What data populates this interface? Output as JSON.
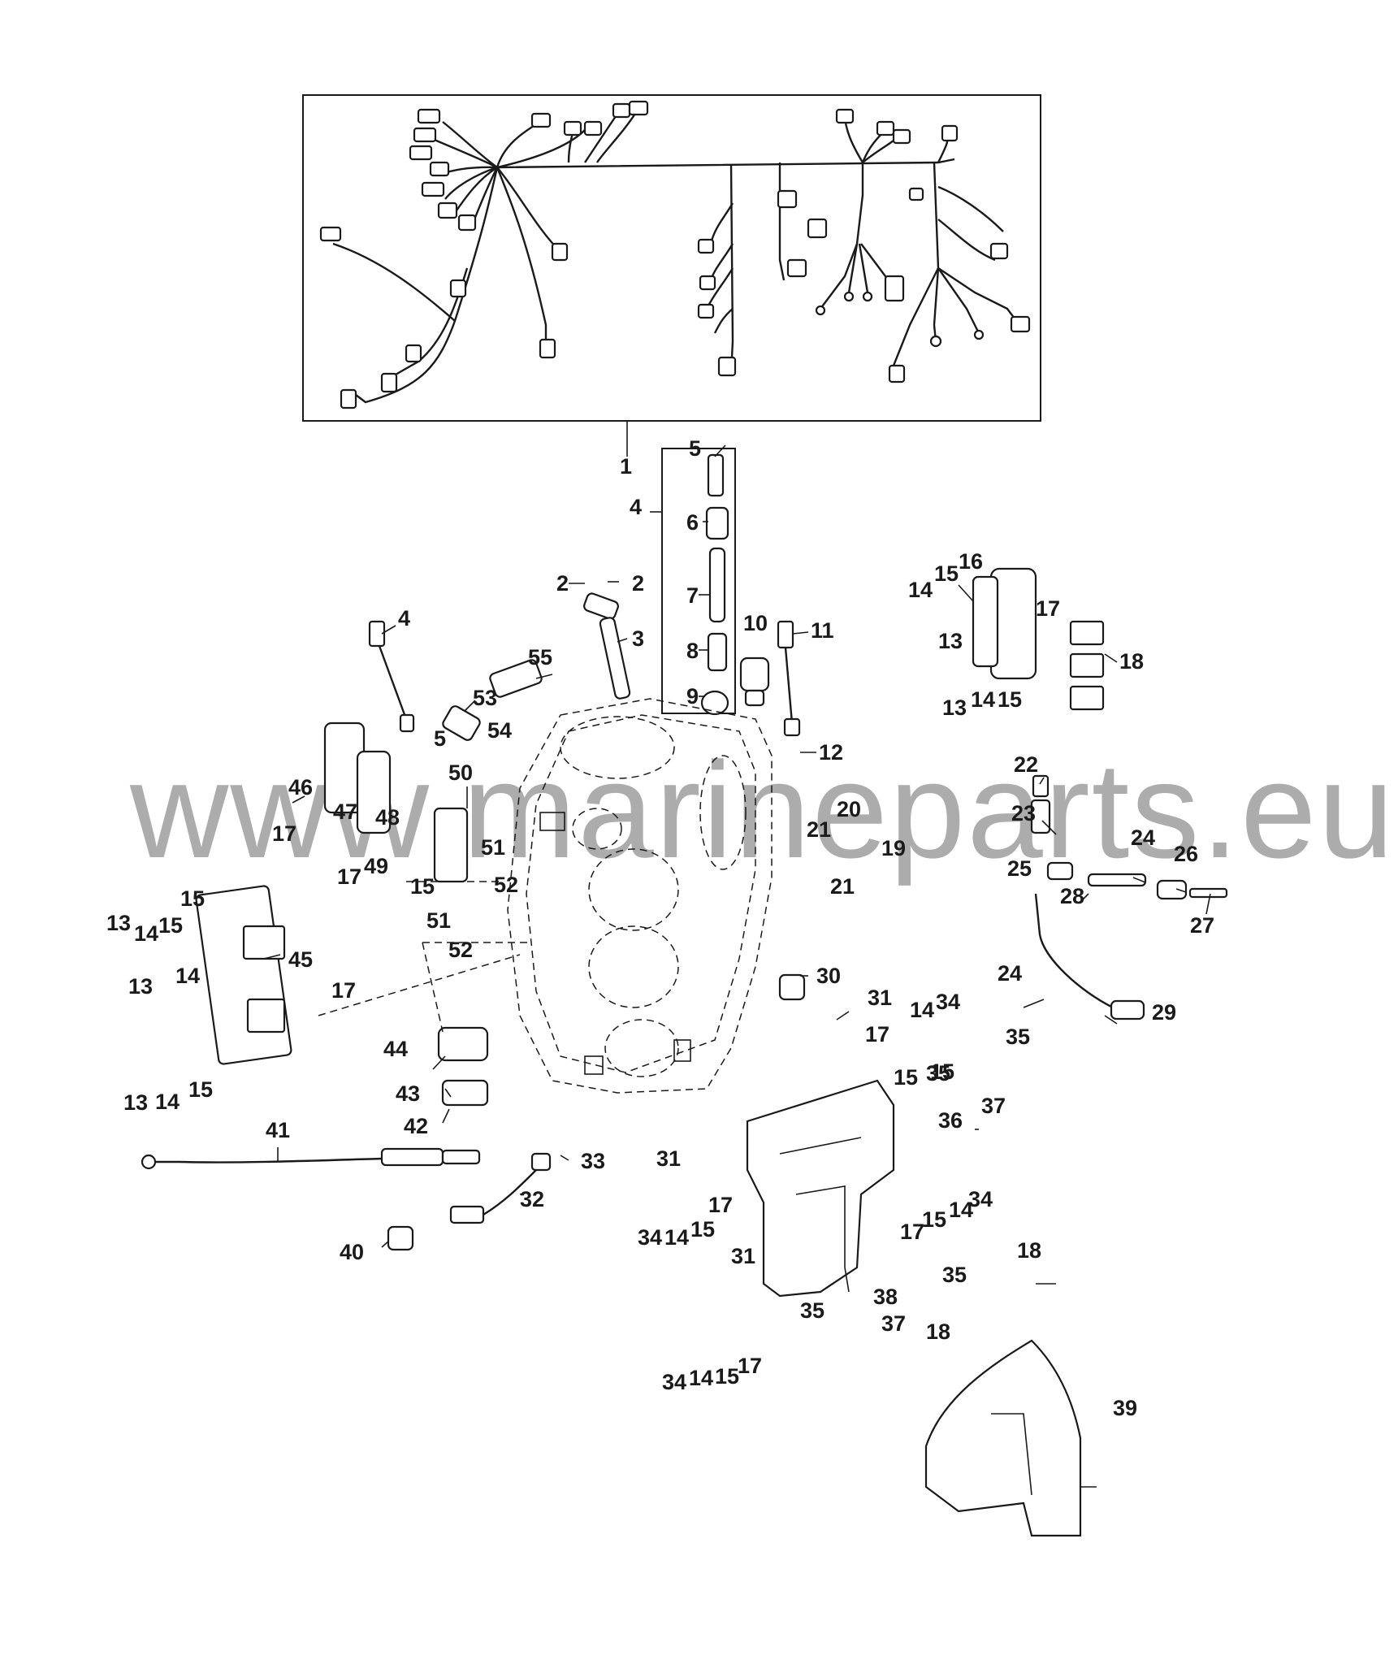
{
  "watermark": "www.marineparts.eu",
  "callouts": {
    "c1": "1",
    "c2a": "2",
    "c2b": "2",
    "c3": "3",
    "c4": "4",
    "c4b": "4",
    "c5": "5",
    "c5b": "5",
    "c6": "6",
    "c7": "7",
    "c8": "8",
    "c9": "9",
    "c10": "10",
    "c11": "11",
    "c12": "12",
    "c13a": "13",
    "c13b": "13",
    "c13c": "13",
    "c13d": "13",
    "c13e": "13",
    "c14a": "14",
    "c14b": "14",
    "c14c": "14",
    "c14d": "14",
    "c14e": "14",
    "c14f": "14",
    "c14g": "14",
    "c14h": "14",
    "c14i": "14",
    "c15a": "15",
    "c15b": "15",
    "c15c": "15",
    "c15d": "15",
    "c15e": "15",
    "c15f": "15",
    "c15g": "15",
    "c15h": "15",
    "c15i": "15",
    "c15j": "15",
    "c15k": "15",
    "c16": "16",
    "c17a": "17",
    "c17b": "17",
    "c17c": "17",
    "c17d": "17",
    "c17e": "17",
    "c17f": "17",
    "c17g": "17",
    "c17h": "17",
    "c18a": "18",
    "c18b": "18",
    "c18c": "18",
    "c19": "19",
    "c20": "20",
    "c21a": "21",
    "c21b": "21",
    "c22": "22",
    "c23": "23",
    "c24a": "24",
    "c24b": "24",
    "c25": "25",
    "c26": "26",
    "c27": "27",
    "c28": "28",
    "c29": "29",
    "c30": "30",
    "c31a": "31",
    "c31b": "31",
    "c31c": "31",
    "c32": "32",
    "c33": "33",
    "c34a": "34",
    "c34b": "34",
    "c34c": "34",
    "c34d": "34",
    "c35a": "35",
    "c35b": "35",
    "c35c": "35",
    "c35d": "35",
    "c36": "36",
    "c37a": "37",
    "c37b": "37",
    "c38": "38",
    "c39": "39",
    "c40": "40",
    "c41": "41",
    "c42": "42",
    "c43": "43",
    "c44": "44",
    "c45": "45",
    "c46": "46",
    "c47": "47",
    "c48": "48",
    "c49": "49",
    "c50": "50",
    "c51a": "51",
    "c51b": "51",
    "c52a": "52",
    "c52b": "52",
    "c53": "53",
    "c54": "54",
    "c55": "55"
  }
}
